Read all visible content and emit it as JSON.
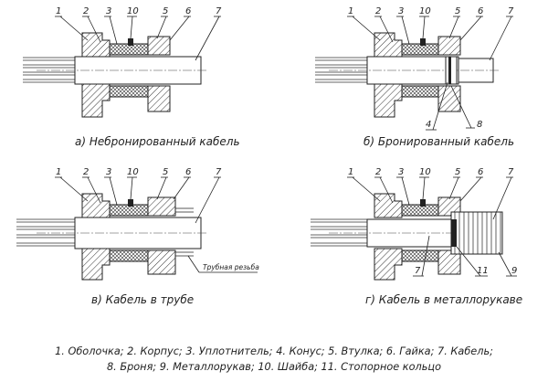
{
  "diagrams": [
    {
      "id": "a",
      "caption": "а) Небронированный кабель",
      "callouts": [
        "1",
        "2",
        "3",
        "10",
        "5",
        "6",
        "7"
      ]
    },
    {
      "id": "b",
      "caption": "б) Бронированный кабель",
      "callouts": [
        "1",
        "2",
        "3",
        "10",
        "5",
        "6",
        "7",
        "4",
        "8"
      ]
    },
    {
      "id": "c",
      "caption": "в) Кабель в трубе",
      "callouts": [
        "1",
        "2",
        "3",
        "10",
        "5",
        "6",
        "7"
      ],
      "extra_label": "Трубная резьба"
    },
    {
      "id": "d",
      "caption": "г) Кабель в металлорукаве",
      "callouts": [
        "1",
        "2",
        "3",
        "10",
        "5",
        "6",
        "7",
        "7",
        "11",
        "9"
      ]
    }
  ],
  "legend": {
    "line1": "1. Оболочка; 2. Корпус; 3. Уплотнитель; 4. Конус; 5. Втулка; 6. Гайка; 7. Кабель;",
    "line2": "8. Броня; 9. Металлорукав; 10. Шайба; 11. Стопорное кольцо"
  }
}
